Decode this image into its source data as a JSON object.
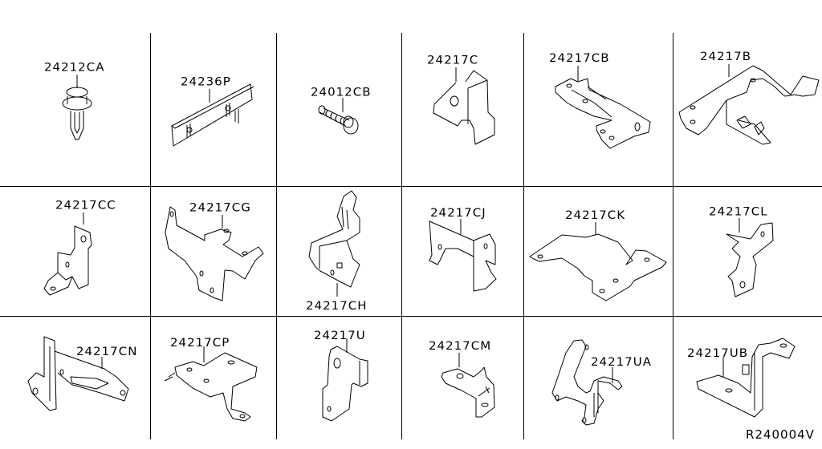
{
  "diagram": {
    "type": "parts-catalog-illustration",
    "reference_code": "R240004V",
    "grid": {
      "rows": 3,
      "columns": 6
    },
    "parts": [
      {
        "row": 0,
        "col": 0,
        "part_no": "24212CA",
        "description": "clip"
      },
      {
        "row": 0,
        "col": 1,
        "part_no": "24236P",
        "description": "protector"
      },
      {
        "row": 0,
        "col": 2,
        "part_no": "24012CB",
        "description": "bolt"
      },
      {
        "row": 0,
        "col": 3,
        "part_no": "24217C",
        "description": "bracket"
      },
      {
        "row": 0,
        "col": 4,
        "part_no": "24217CB",
        "description": "bracket"
      },
      {
        "row": 0,
        "col": 5,
        "part_no": "24217B",
        "description": "bracket"
      },
      {
        "row": 1,
        "col": 0,
        "part_no": "24217CC",
        "description": "bracket"
      },
      {
        "row": 1,
        "col": 1,
        "part_no": "24217CG",
        "description": "bracket"
      },
      {
        "row": 1,
        "col": 2,
        "part_no": "24217CH",
        "description": "bracket"
      },
      {
        "row": 1,
        "col": 3,
        "part_no": "24217CJ",
        "description": "bracket"
      },
      {
        "row": 1,
        "col": 4,
        "part_no": "24217CK",
        "description": "bracket"
      },
      {
        "row": 1,
        "col": 5,
        "part_no": "24217CL",
        "description": "bracket"
      },
      {
        "row": 2,
        "col": 0,
        "part_no": "24217CN",
        "description": "bracket"
      },
      {
        "row": 2,
        "col": 1,
        "part_no": "24217CP",
        "description": "bracket"
      },
      {
        "row": 2,
        "col": 2,
        "part_no": "24217U",
        "description": "bracket"
      },
      {
        "row": 2,
        "col": 3,
        "part_no": "24217CM",
        "description": "bracket"
      },
      {
        "row": 2,
        "col": 4,
        "part_no": "24217UA",
        "description": "bracket"
      },
      {
        "row": 2,
        "col": 5,
        "part_no": "24217UB",
        "description": "bracket"
      }
    ]
  }
}
